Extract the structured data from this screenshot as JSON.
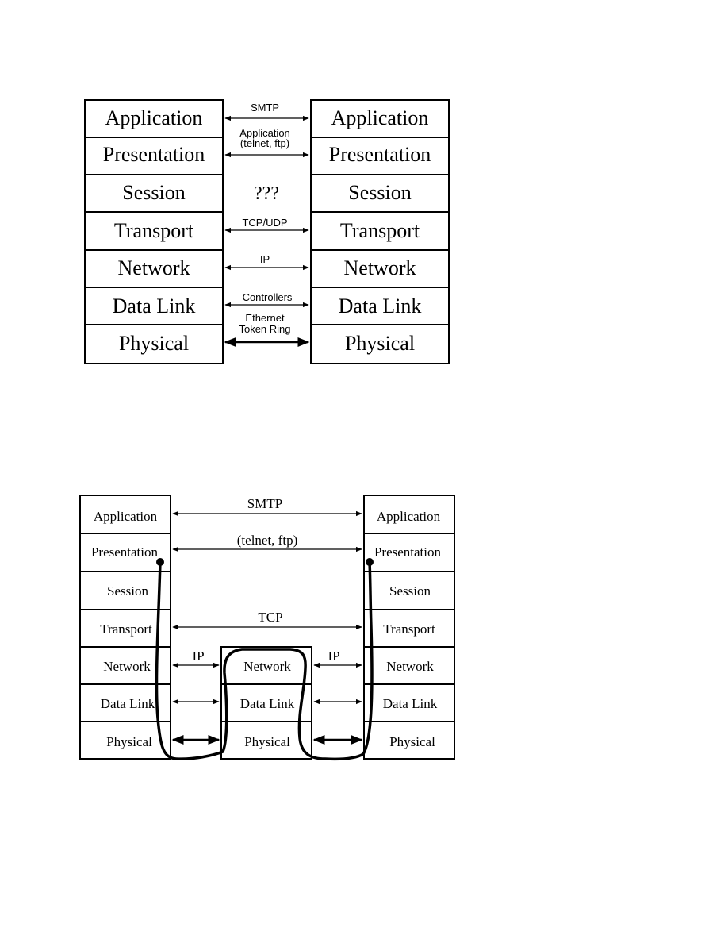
{
  "top_diagram": {
    "layers": [
      "Application",
      "Presentation",
      "Session",
      "Transport",
      "Network",
      "Data Link",
      "Physical"
    ],
    "protocols": {
      "smtp": "SMTP",
      "application_line1": "Application",
      "application_line2": "(telnet, ftp)",
      "session_unknown": "???",
      "tcp_udp": "TCP/UDP",
      "ip": "IP",
      "controllers": "Controllers",
      "ethernet": "Ethernet",
      "token_ring": "Token Ring"
    }
  },
  "bottom_diagram": {
    "layers": [
      "Application",
      "Presentation",
      "Session",
      "Transport",
      "Network",
      "Data Link",
      "Physical"
    ],
    "router_layers": [
      "Network",
      "Data Link",
      "Physical"
    ],
    "protocols": {
      "smtp": "SMTP",
      "telnet_ftp": "(telnet, ftp)",
      "tcp": "TCP",
      "ip_left": "IP",
      "ip_right": "IP"
    }
  }
}
